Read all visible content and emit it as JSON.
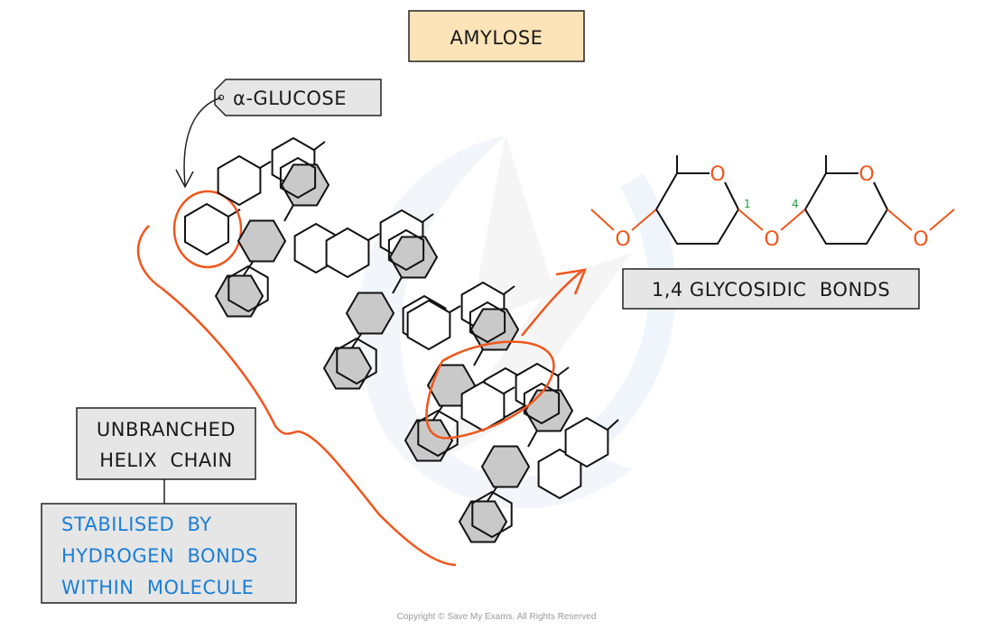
{
  "title": "AMYLOSE",
  "labels": {
    "alpha_glucose": "α-GLUCOSE",
    "glycosidic": "1,4 GLYCOSIDIC  BONDS",
    "unbranched_line1": "UNBRANCHED",
    "unbranched_line2": "HELIX  CHAIN",
    "stabilised_line1": "STABILISED  BY",
    "stabilised_line2": "HYDROGEN  BONDS",
    "stabilised_line3": "WITHIN  MOLECULE"
  },
  "structure": {
    "oxygen": "O",
    "carbon_1": "1",
    "carbon_4": "4"
  },
  "copyright": "Copyright © Save My Exams. All Rights Reserved",
  "colors": {
    "title_fill": "#fde3b8",
    "label_fill": "#e6e6e6",
    "accent_orange": "#f0561d",
    "blue_text": "#1a7ed6",
    "green_number": "#1e9e44",
    "shaded_ring": "#c9c9c9",
    "watermark": "#eef4fa"
  }
}
